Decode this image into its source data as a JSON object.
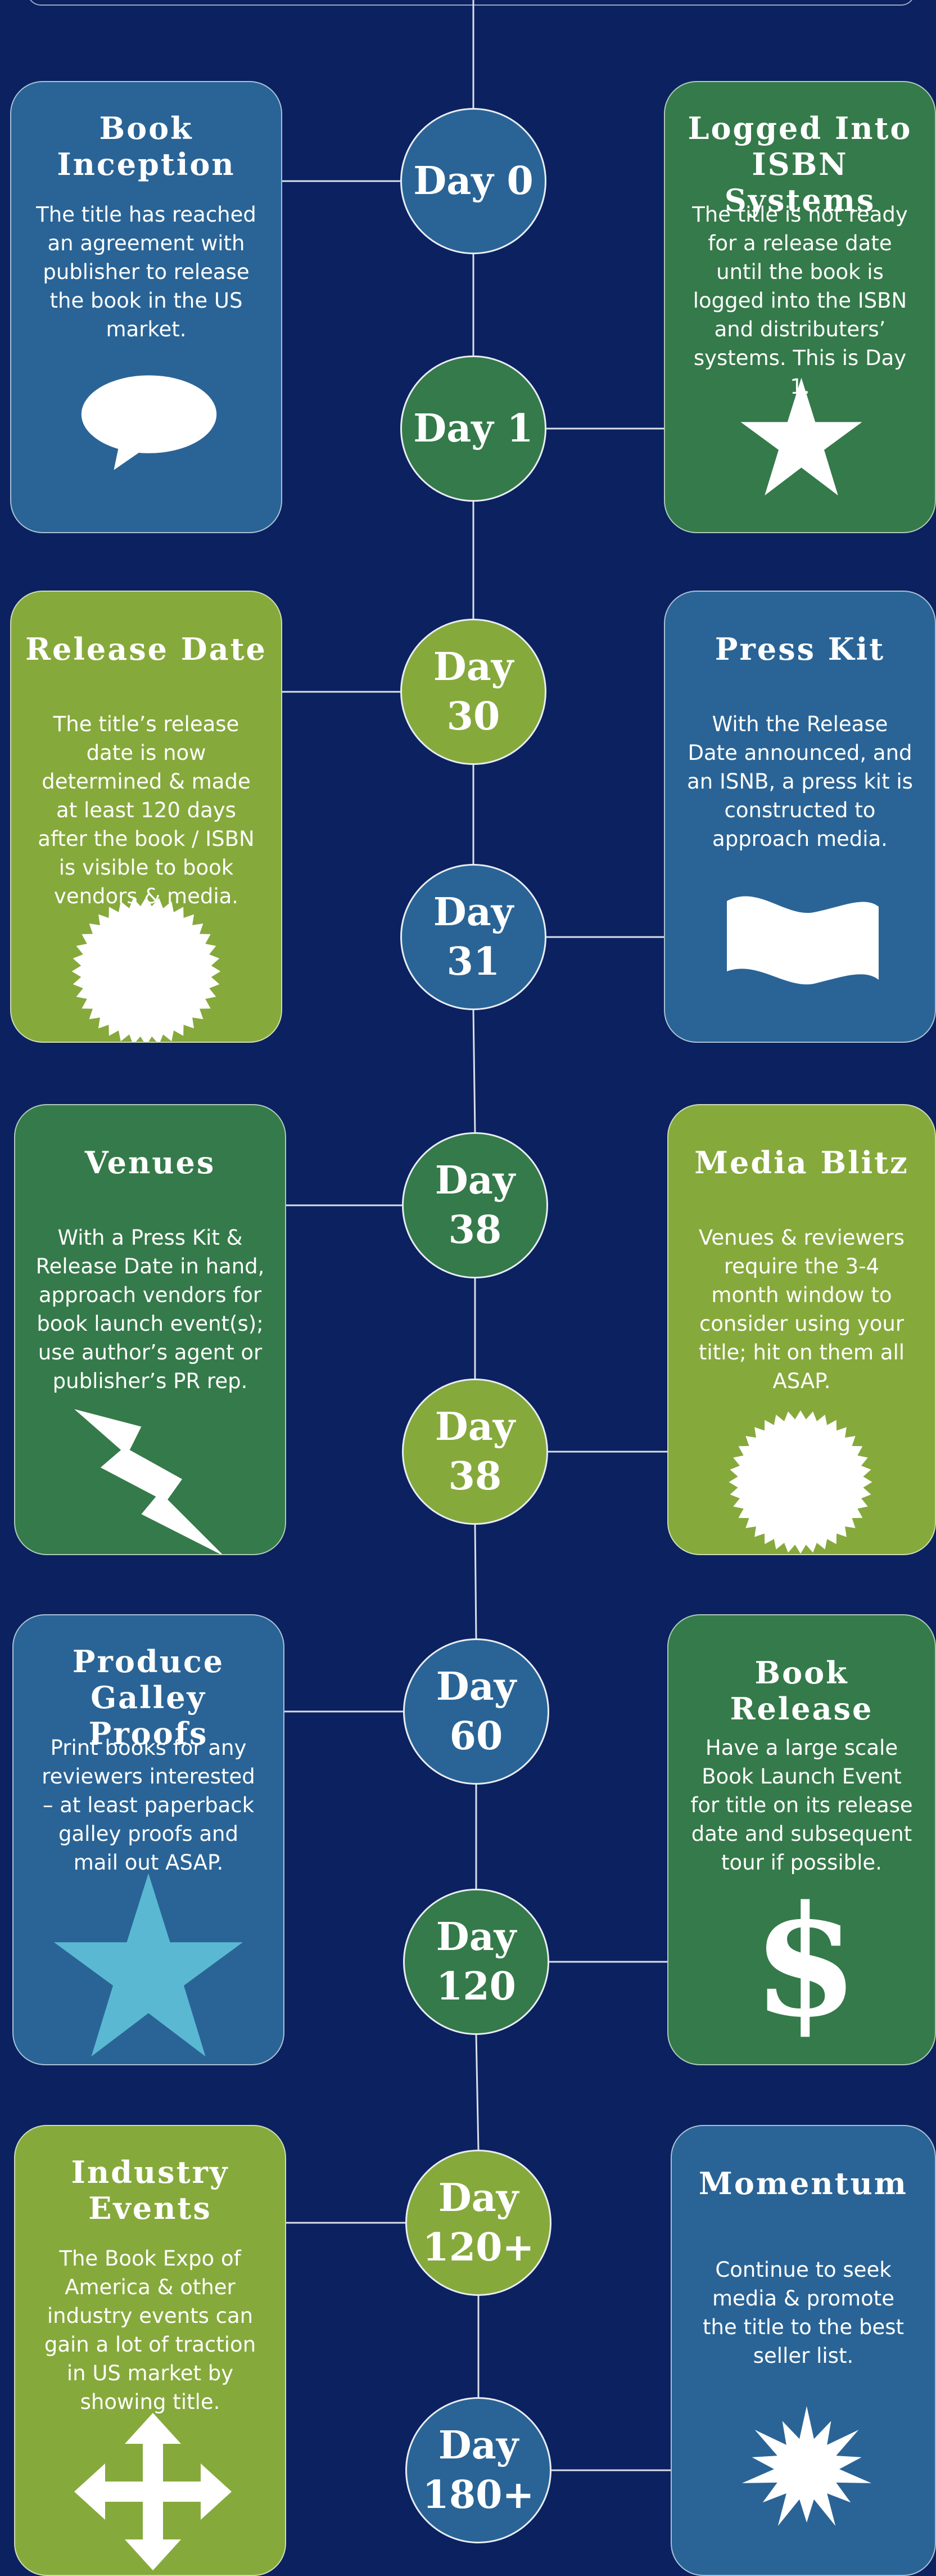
{
  "colors": {
    "background": "#0b2160",
    "blue": "#2a6496",
    "dark_green": "#357a4a",
    "light_green": "#86a93c",
    "star_cyan": "#5ab8d3",
    "line": "#d9dee8"
  },
  "milestones": [
    {
      "label": "Day 0",
      "color": "blue"
    },
    {
      "label": "Day 1",
      "color": "dark_green"
    },
    {
      "label": "Day 30",
      "color": "light_green"
    },
    {
      "label": "Day 31",
      "color": "blue"
    },
    {
      "label": "Day 38",
      "color": "dark_green"
    },
    {
      "label": "Day 38",
      "color": "light_green"
    },
    {
      "label": "Day 60",
      "color": "blue"
    },
    {
      "label": "Day 120",
      "color": "dark_green"
    },
    {
      "label": "Day 120+",
      "color": "light_green"
    },
    {
      "label": "Day 180+",
      "color": "blue"
    }
  ],
  "cards": [
    {
      "title": "Book Inception",
      "body": "The title has reached an agreement with publisher to release the book in the US market.",
      "icon": "speech-bubble-icon",
      "color": "blue"
    },
    {
      "title": "Logged Into ISBN Systems",
      "body": "The title is not ready for a release date until the book is logged into the ISBN and distributers’ systems. This is Day 1.",
      "icon": "star-icon",
      "color": "dark_green"
    },
    {
      "title": "Release Date",
      "body": "The title’s release date is now determined & made at least 120 days after the book / ISBN is visible to book vendors & media.",
      "icon": "seal-icon",
      "color": "light_green"
    },
    {
      "title": "Press Kit",
      "body": "With the Release Date announced, and an ISNB, a press kit is constructed to approach media.",
      "icon": "flag-icon",
      "color": "blue"
    },
    {
      "title": "Venues",
      "body": "With a Press Kit & Release Date in hand, approach vendors for book launch event(s); use author’s agent or publisher’s PR rep.",
      "icon": "lightning-icon",
      "color": "dark_green"
    },
    {
      "title": "Media Blitz",
      "body": "Venues & reviewers require the 3-4 month window to consider using your title; hit on them all ASAP.",
      "icon": "seal-icon",
      "color": "light_green"
    },
    {
      "title": "Produce Galley Proofs",
      "body": "Print books for any reviewers interested – at least paperback galley proofs and mail out ASAP.",
      "icon": "star-icon",
      "color": "blue"
    },
    {
      "title": "Book Release",
      "body": "Have a large scale Book Launch Event for title on its release date and subsequent tour if possible.",
      "icon": "dollar-icon",
      "color": "dark_green"
    },
    {
      "title": "Industry Events",
      "body": "The Book Expo of America & other industry events can gain a lot of traction in US market by showing title.",
      "icon": "move-arrows-icon",
      "color": "light_green"
    },
    {
      "title": "Momentum",
      "body": "Continue to seek media & promote the title to the best seller list.",
      "icon": "burst-icon",
      "color": "blue"
    }
  ],
  "dollar_glyph": "$"
}
